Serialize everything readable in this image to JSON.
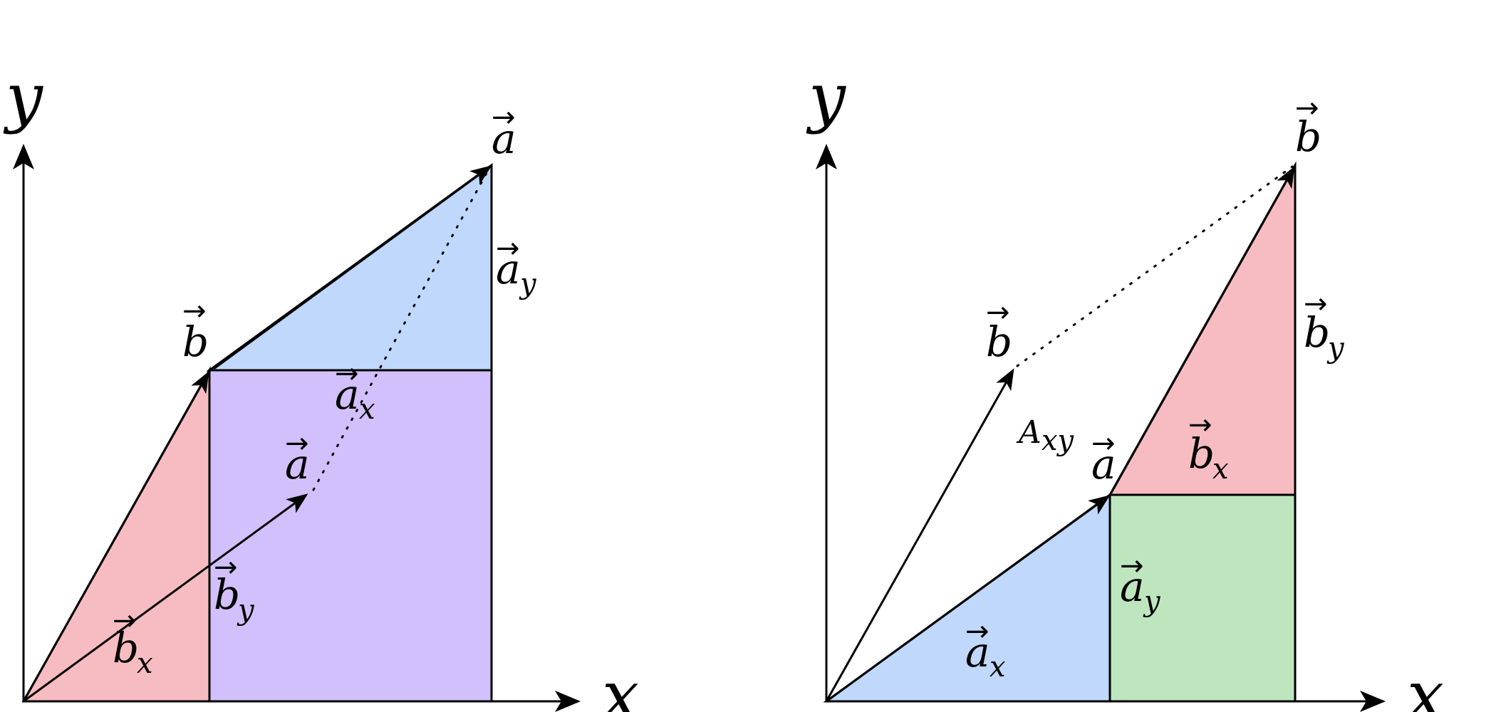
{
  "colors": {
    "red_fill": "#f7bcc1",
    "blue_fill": "#bfd8fb",
    "purple_fill": "#d1c0fb",
    "green_fill": "#bde6bf",
    "stroke": "#000000",
    "vector_a_head": "#1f2a5c",
    "vector_b_head": "#5a1a1a"
  },
  "left": {
    "axis_y": "y",
    "axis_x": "x",
    "label_a_top": "a",
    "label_a_mid": "a",
    "label_b": "b",
    "label_ax": "a",
    "label_ax_sub": "x",
    "label_ay": "a",
    "label_ay_sub": "y",
    "label_bx": "b",
    "label_bx_sub": "x",
    "label_by": "b",
    "label_by_sub": "y"
  },
  "right": {
    "axis_y": "y",
    "axis_x": "x",
    "label_b_top": "b",
    "label_b_left": "b",
    "label_a": "a",
    "label_area": "A",
    "label_area_sub": "xy",
    "label_ax": "a",
    "label_ax_sub": "x",
    "label_ay": "a",
    "label_ay_sub": "y",
    "label_bx": "b",
    "label_bx_sub": "x",
    "label_by": "b",
    "label_by_sub": "y"
  },
  "vector_arrow_glyph": "→"
}
